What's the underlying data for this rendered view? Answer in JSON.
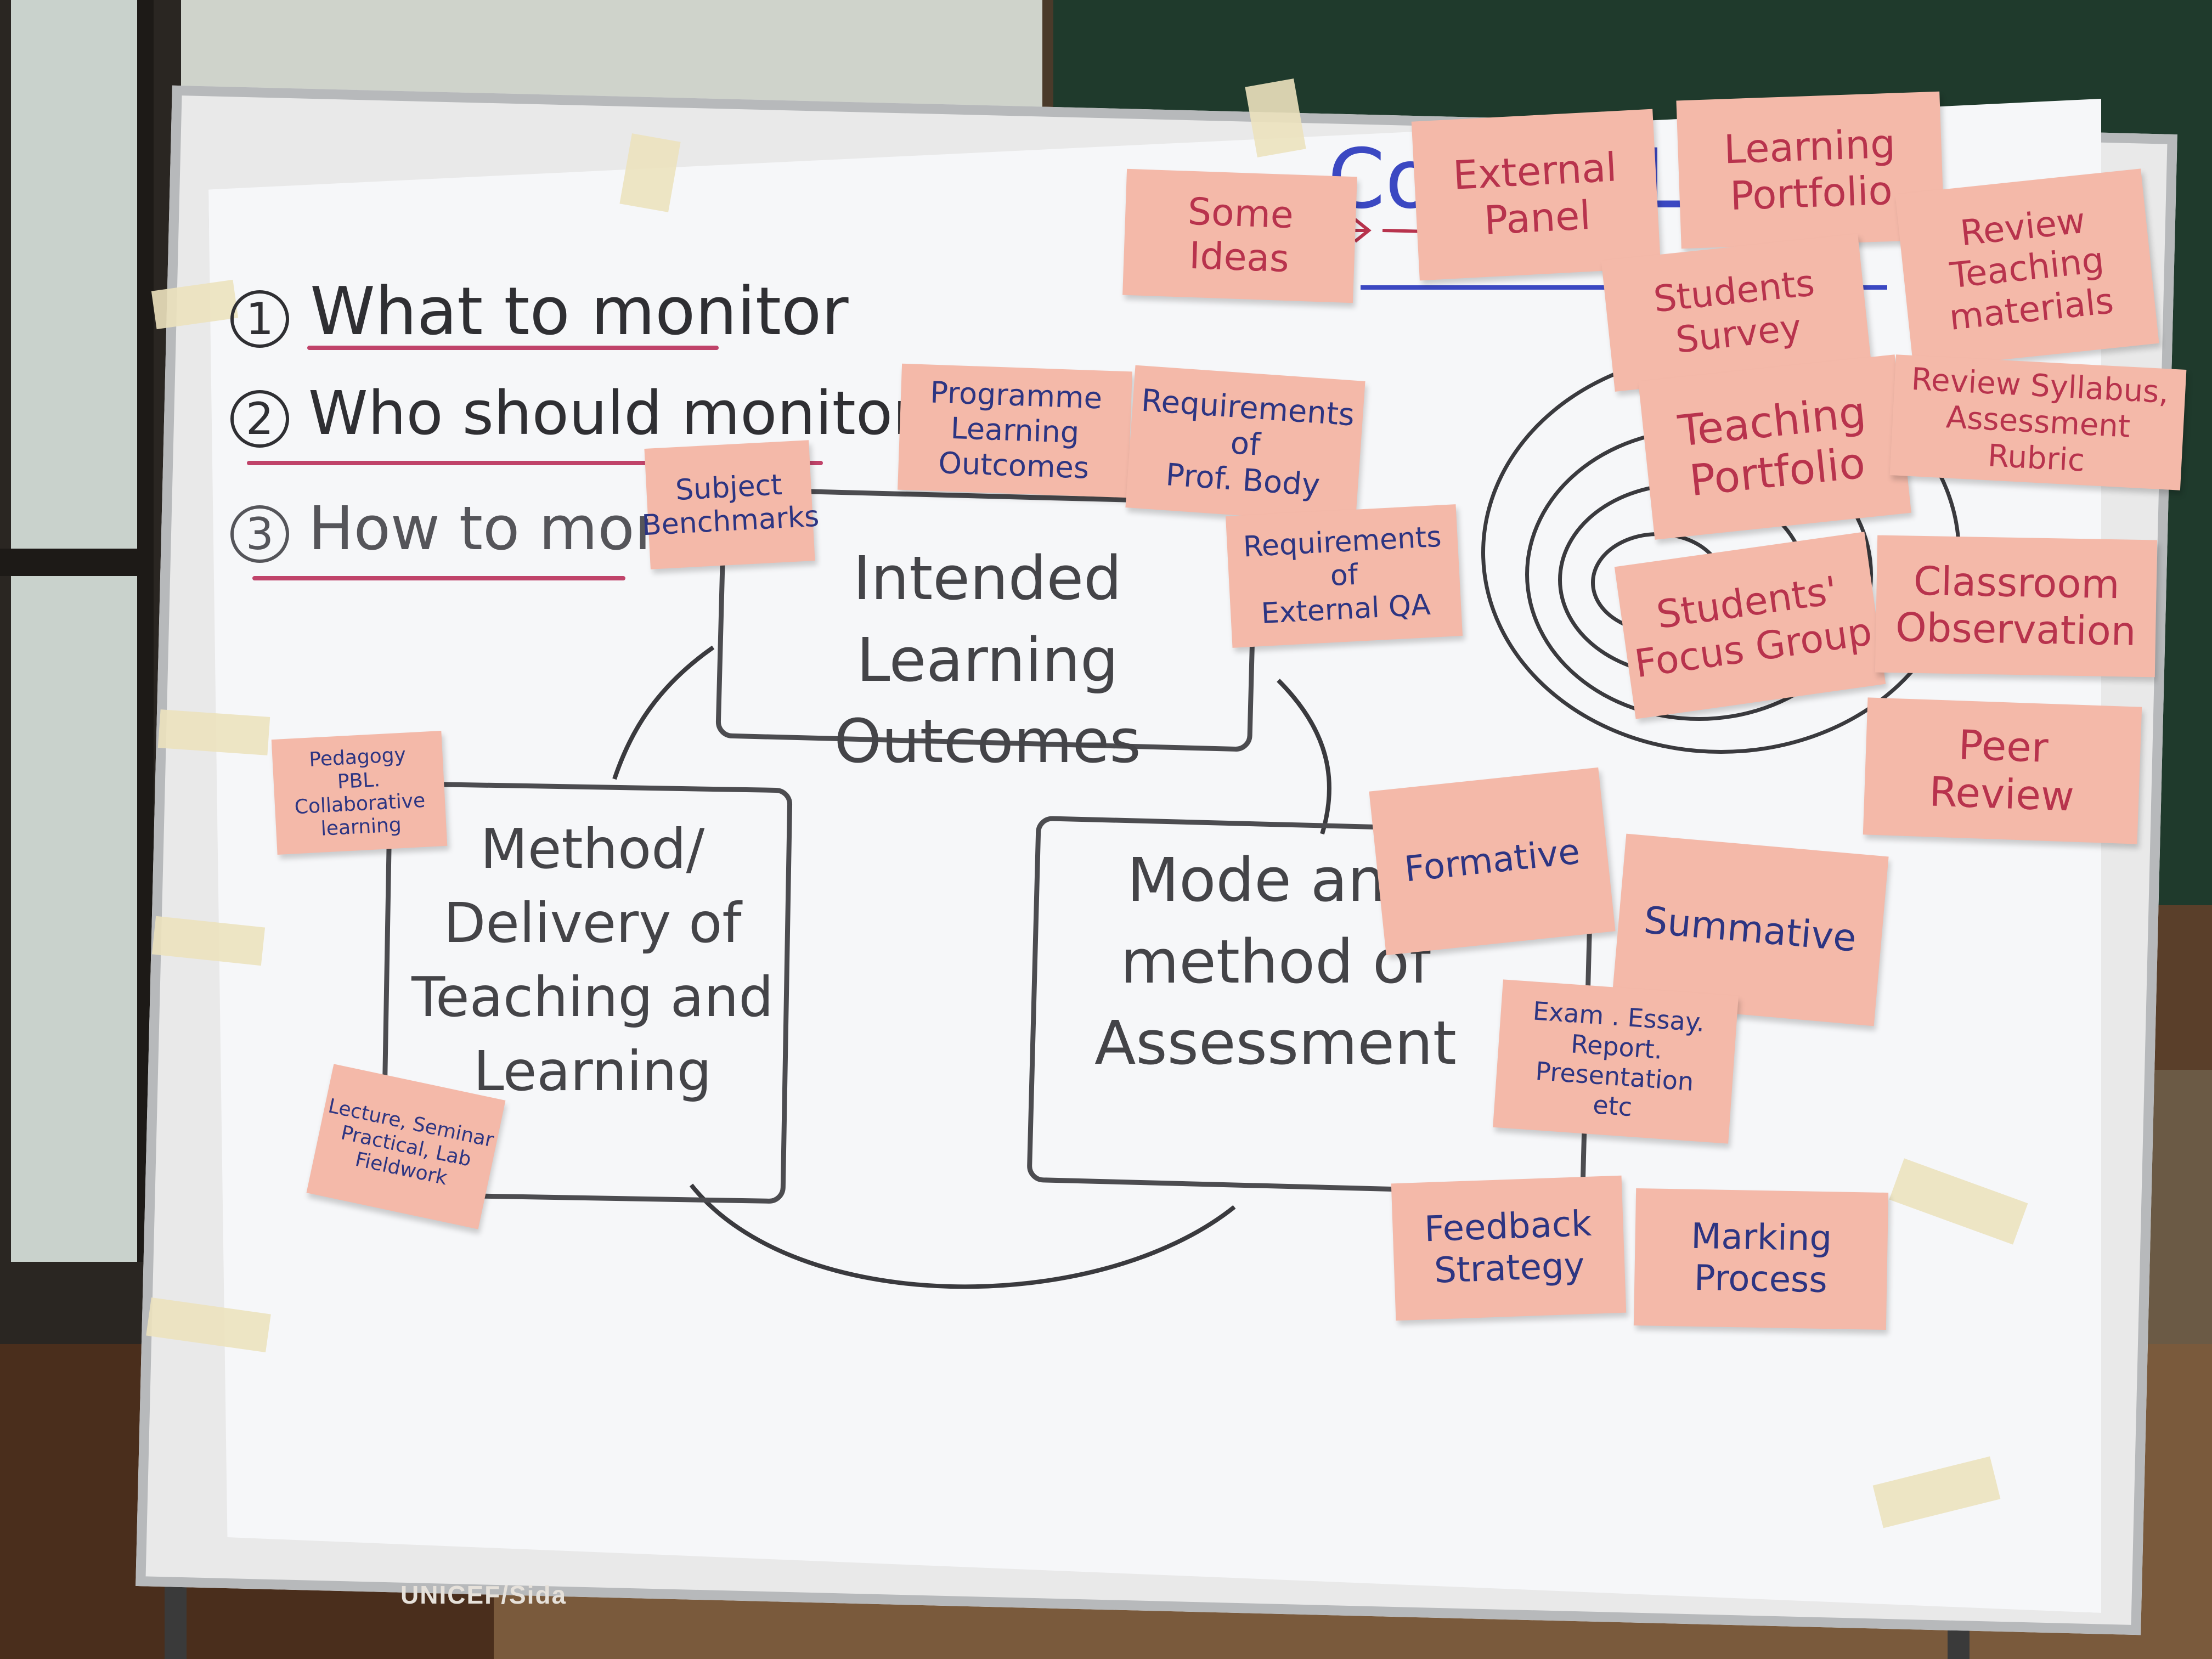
{
  "questions": [
    {
      "number": "1",
      "text": "What to monitor"
    },
    {
      "number": "2",
      "text": "Who should monitor"
    },
    {
      "number": "3",
      "text": "How to monitor"
    }
  ],
  "boxes": {
    "ilo": "Intended\nLearning Outcomes",
    "delivery": "Method/\nDelivery of\nTeaching and\nLearning",
    "assessment": "Mode and\nmethod of\nAssessment"
  },
  "heading_partial": "Course Level",
  "watermark": "UNICEF/Sida",
  "notes": {
    "some_ideas": "Some\nIdeas",
    "external_panel": "External\nPanel",
    "learning_portfolio": "Learning\nPortfolio",
    "review_teaching_materials": "Review\nTeaching\nmaterials",
    "students_survey": "Students\nSurvey",
    "teaching_portfolio": "Teaching\nPortfolio",
    "review_syllabus": "Review Syllabus,\nAssessment\nRubric",
    "students_focus_group": "Students'\nFocus Group",
    "classroom_observation": "Classroom\nObservation",
    "peer_review": "Peer\nReview",
    "programme_lo": "Programme\nLearning\nOutcomes",
    "req_prof_body": "Requirements\nof\nProf. Body",
    "subject_benchmarks": "Subject\nBenchmarks",
    "req_external_qa": "Requirements\nof\nExternal QA",
    "pedagogy": "Pedagogy\nPBL. Collaborative\nlearning",
    "lecture": "Lecture, Seminar\nPractical, Lab\nFieldwork",
    "formative": "Formative",
    "summative": "Summative",
    "exam": "Exam . Essay.\nReport. Presentation\netc",
    "feedback_strategy": "Feedback\nStrategy",
    "marking_process": "Marking\nProcess"
  },
  "colors": {
    "note": "#f4b9a9",
    "ink_red": "#b8334d",
    "ink_blue": "#2d3582",
    "ink_black": "#2f2f33",
    "underline": "#c0436a"
  }
}
